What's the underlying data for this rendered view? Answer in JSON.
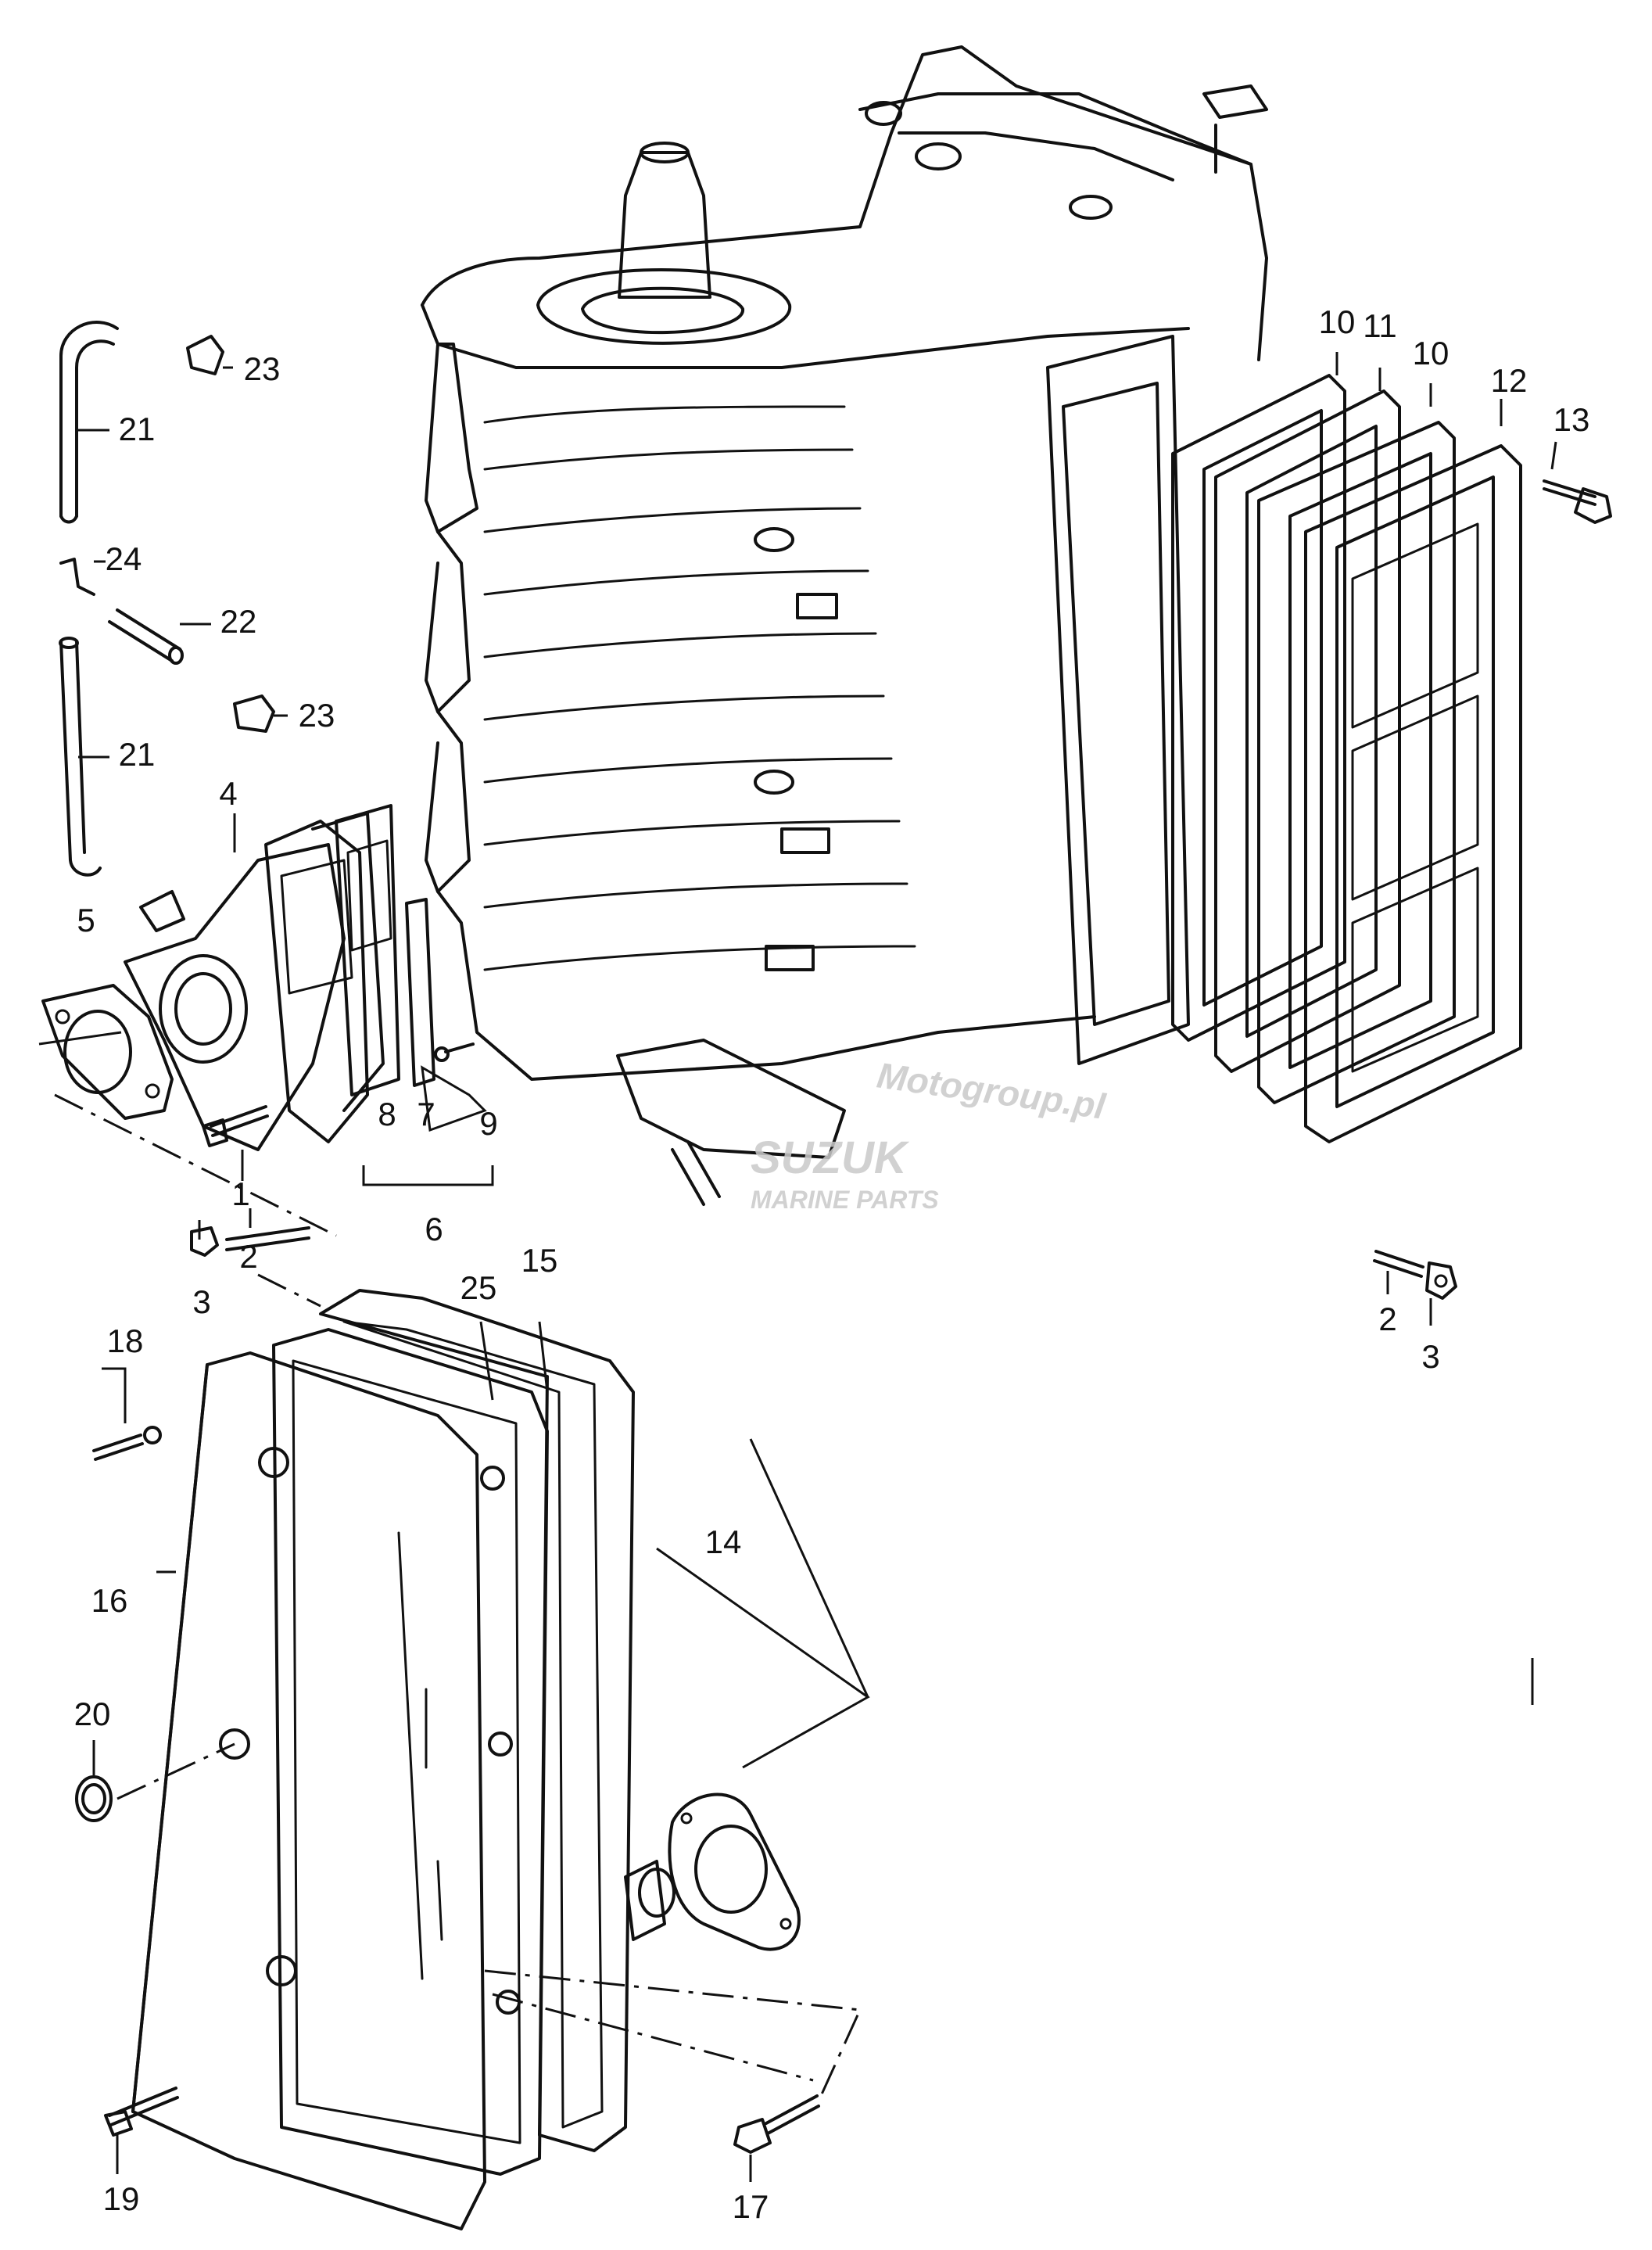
{
  "diagram": {
    "callouts": [
      {
        "id": "c1",
        "label": "1"
      },
      {
        "id": "c2a",
        "label": "2"
      },
      {
        "id": "c2b",
        "label": "2"
      },
      {
        "id": "c3a",
        "label": "3"
      },
      {
        "id": "c3b",
        "label": "3"
      },
      {
        "id": "c4",
        "label": "4"
      },
      {
        "id": "c5",
        "label": "5"
      },
      {
        "id": "c6",
        "label": "6"
      },
      {
        "id": "c7",
        "label": "7"
      },
      {
        "id": "c8",
        "label": "8"
      },
      {
        "id": "c9",
        "label": "9"
      },
      {
        "id": "c10a",
        "label": "10"
      },
      {
        "id": "c10b",
        "label": "10"
      },
      {
        "id": "c11",
        "label": "11"
      },
      {
        "id": "c12",
        "label": "12"
      },
      {
        "id": "c13",
        "label": "13"
      },
      {
        "id": "c14",
        "label": "14"
      },
      {
        "id": "c15",
        "label": "15"
      },
      {
        "id": "c16",
        "label": "16"
      },
      {
        "id": "c17",
        "label": "17"
      },
      {
        "id": "c18",
        "label": "18"
      },
      {
        "id": "c19",
        "label": "19"
      },
      {
        "id": "c20",
        "label": "20"
      },
      {
        "id": "c21a",
        "label": "21"
      },
      {
        "id": "c21b",
        "label": "21"
      },
      {
        "id": "c22",
        "label": "22"
      },
      {
        "id": "c23a",
        "label": "23"
      },
      {
        "id": "c23b",
        "label": "23"
      },
      {
        "id": "c24",
        "label": "24"
      },
      {
        "id": "c25",
        "label": "25"
      }
    ],
    "watermark": {
      "site": "Motogroup.pl",
      "brand": "SUZUK",
      "sub": "MARINE PARTS"
    }
  }
}
